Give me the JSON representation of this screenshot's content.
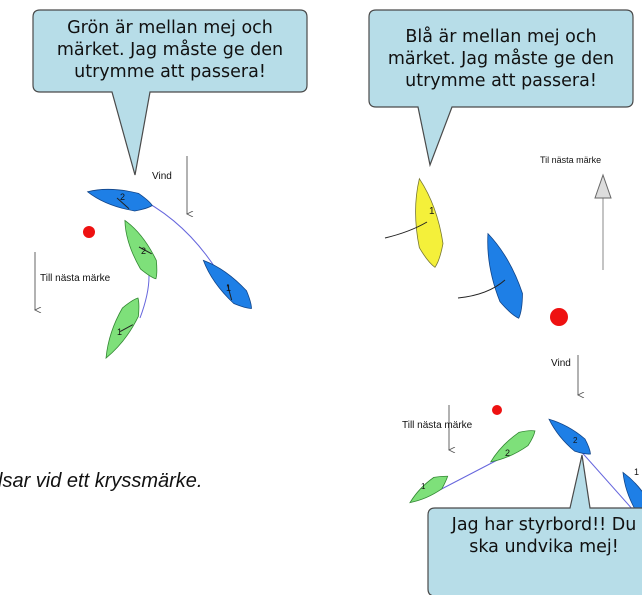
{
  "bubbles": {
    "left": "Grön är mellan mej och\nmärket. Jag måste ge den\nutrymme att passera!",
    "right_top": "Blå är mellan mej och\nmärket. Jag måste ge den\nutrymme att passera!",
    "right_bottom": "Jag har styrbord!! Du\nska undvika mej!"
  },
  "labels": {
    "vind_left": "Vind",
    "next_mark_left": "Till nästa märke",
    "next_mark_right_top": "Til nästa märke",
    "vind_right": "Vind",
    "next_mark_right_bottom": "Till nästa märke"
  },
  "boat_numbers": {
    "left_blue_top": "2",
    "left_green_mid": "2",
    "left_blue_right": "1",
    "left_green_bottom": "1",
    "right_yellow": "1",
    "right_blue_bottom": "2",
    "right_green": "2",
    "right_green_small": "1",
    "right_blue_edge": "1"
  },
  "caption": "lsar vid ett kryssmärke.",
  "colors": {
    "bubble_fill": "#b7dde8",
    "bubble_border": "#4a4a4a",
    "blue_boat": "#1e7fe6",
    "green_boat": "#7ee07a",
    "yellow_boat": "#f4f03a",
    "mark": "#ee1111",
    "track": "#6666dd"
  }
}
